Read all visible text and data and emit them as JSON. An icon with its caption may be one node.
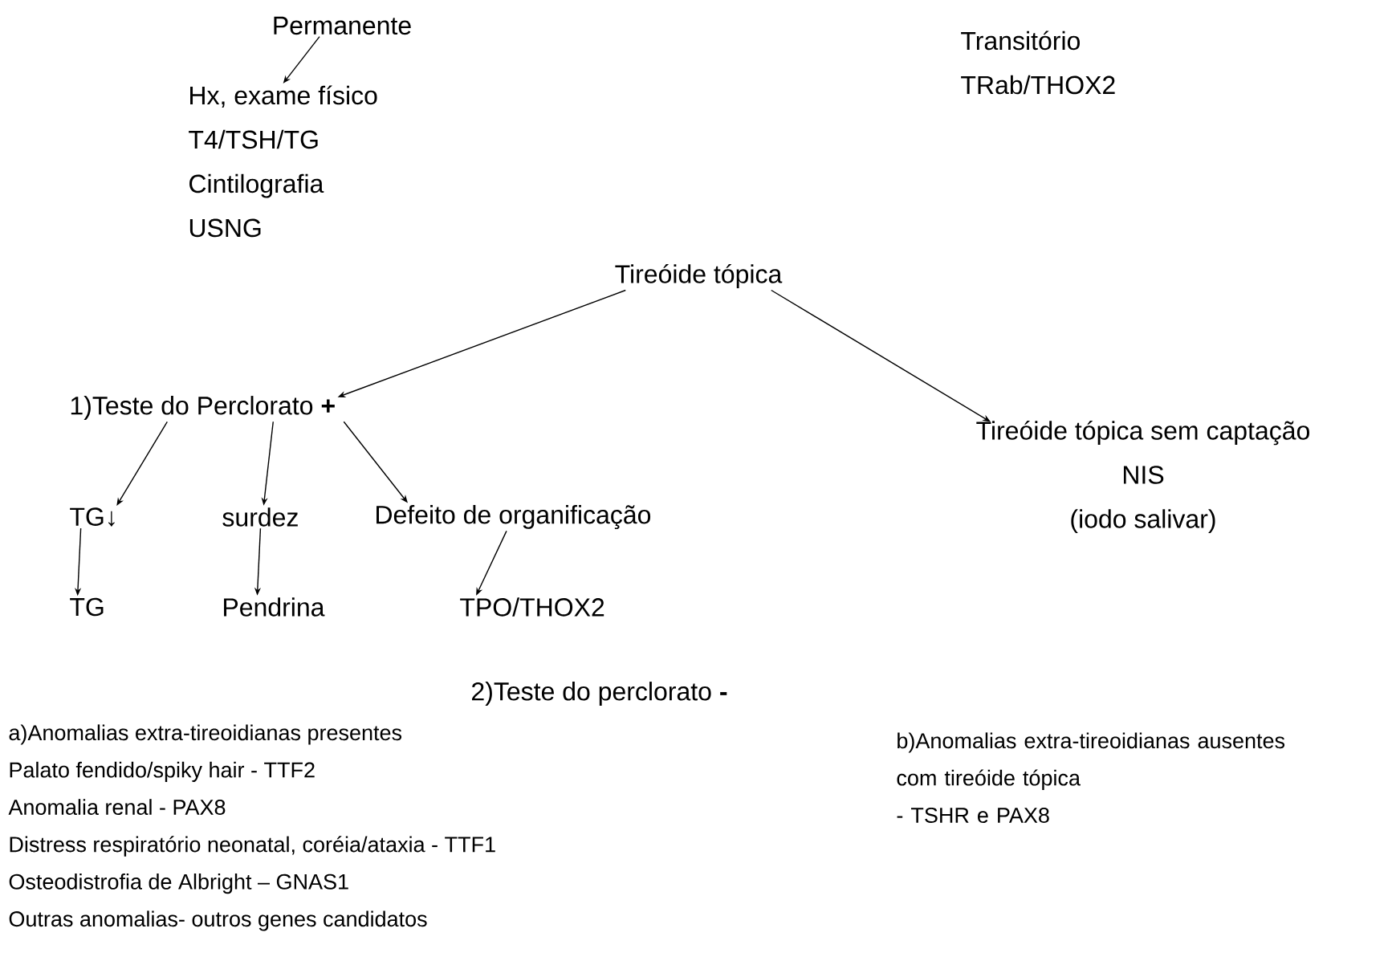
{
  "diagram": {
    "nodes": [
      {
        "text": [
          "Permanente"
        ]
      },
      {
        "text": [
          "Hx, exame físico",
          "T4/TSH/TG",
          "Cintilografia",
          "USNG"
        ]
      },
      {
        "text": [
          "Transitório",
          "TRab/THOX2"
        ]
      },
      {
        "text": [
          "Tireóide tópica"
        ]
      },
      {
        "text": [
          "1)Teste do Perclorato **+**"
        ]
      },
      {
        "text": [
          "Tireóide tópica sem captação",
          "NIS",
          "(iodo salivar)"
        ]
      },
      {
        "text": [
          "TG↓"
        ]
      },
      {
        "text": [
          "surdez"
        ]
      },
      {
        "text": [
          "Defeito de organificação"
        ]
      },
      {
        "text": [
          "TG"
        ]
      },
      {
        "text": [
          "Pendrina"
        ]
      },
      {
        "text": [
          "TPO/THOX2"
        ]
      },
      {
        "text": [
          "2)Teste do perclorato **-**"
        ]
      },
      {
        "text": [
          "a)Anomalias extra-tireoidianas presentes",
          "Palato fendido/spiky hair - TTF2",
          "Anomalia renal - PAX8",
          "Distress respiratório neonatal, coréia/ataxia - TTF1",
          "Osteodistrofia de Albright – GNAS1",
          "Outras anomalias- outros genes candidatos"
        ]
      },
      {
        "text": [
          "b)Anomalias extra-tireoidianas ausentes",
          "com tireóide tópica",
          "- TSHR e PAX8"
        ]
      }
    ],
    "edges": [
      {
        "from": 0,
        "to": 1,
        "arrow": "to"
      },
      {
        "from": 3,
        "to": 4,
        "arrow": "to"
      },
      {
        "from": 3,
        "to": 5,
        "arrow": "to"
      },
      {
        "from": 4,
        "to": 6,
        "arrow": "to"
      },
      {
        "from": 4,
        "to": 7,
        "arrow": "to"
      },
      {
        "from": 4,
        "to": 8,
        "arrow": "to"
      },
      {
        "from": 6,
        "to": 9,
        "arrow": "to"
      },
      {
        "from": 7,
        "to": 10,
        "arrow": "to"
      },
      {
        "from": 8,
        "to": 11,
        "arrow": "to"
      }
    ]
  }
}
